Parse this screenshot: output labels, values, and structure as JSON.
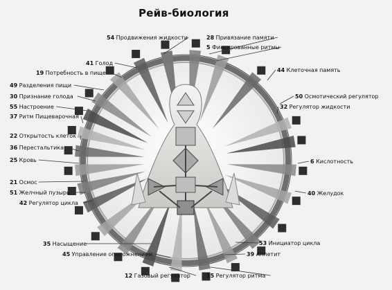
{
  "title": "Рейв-биология",
  "labels": [
    {
      "num": "54",
      "text": "Продвижения жидкости"
    },
    {
      "num": "28",
      "text": "Привязание памяти"
    },
    {
      "num": "5",
      "text": "Фиксированные ритмы"
    },
    {
      "num": "41",
      "text": "Голод"
    },
    {
      "num": "19",
      "text": "Потребность в пище"
    },
    {
      "num": "44",
      "text": "Клеточная память"
    },
    {
      "num": "49",
      "text": "Разделения пищи"
    },
    {
      "num": "30",
      "text": "Признание голода"
    },
    {
      "num": "50",
      "text": "Осмотический  регулятор"
    },
    {
      "num": "55",
      "text": "Настроение"
    },
    {
      "num": "32",
      "text": "Регулятор жидкости"
    },
    {
      "num": "37",
      "text": "Ритм Пищеварочная"
    },
    {
      "num": "22",
      "text": "Открытость клеток"
    },
    {
      "num": "36",
      "text": "Перестальтика"
    },
    {
      "num": "25",
      "text": "Кровь"
    },
    {
      "num": "6",
      "text": "Кислотность"
    },
    {
      "num": "21",
      "text": "Осмос"
    },
    {
      "num": "51",
      "text": "Желчный пузырь"
    },
    {
      "num": "40",
      "text": "Желудок"
    },
    {
      "num": "42",
      "text": "Регулятор цикла"
    },
    {
      "num": "35",
      "text": "Насыщение"
    },
    {
      "num": "53",
      "text": "Инициатор цикла"
    },
    {
      "num": "45",
      "text": "Управление опорожнением"
    },
    {
      "num": "39",
      "text": "Аппетит"
    },
    {
      "num": "12",
      "text": "Газовый регулятор"
    },
    {
      "num": "15",
      "text": "Регулятор ритма"
    }
  ]
}
